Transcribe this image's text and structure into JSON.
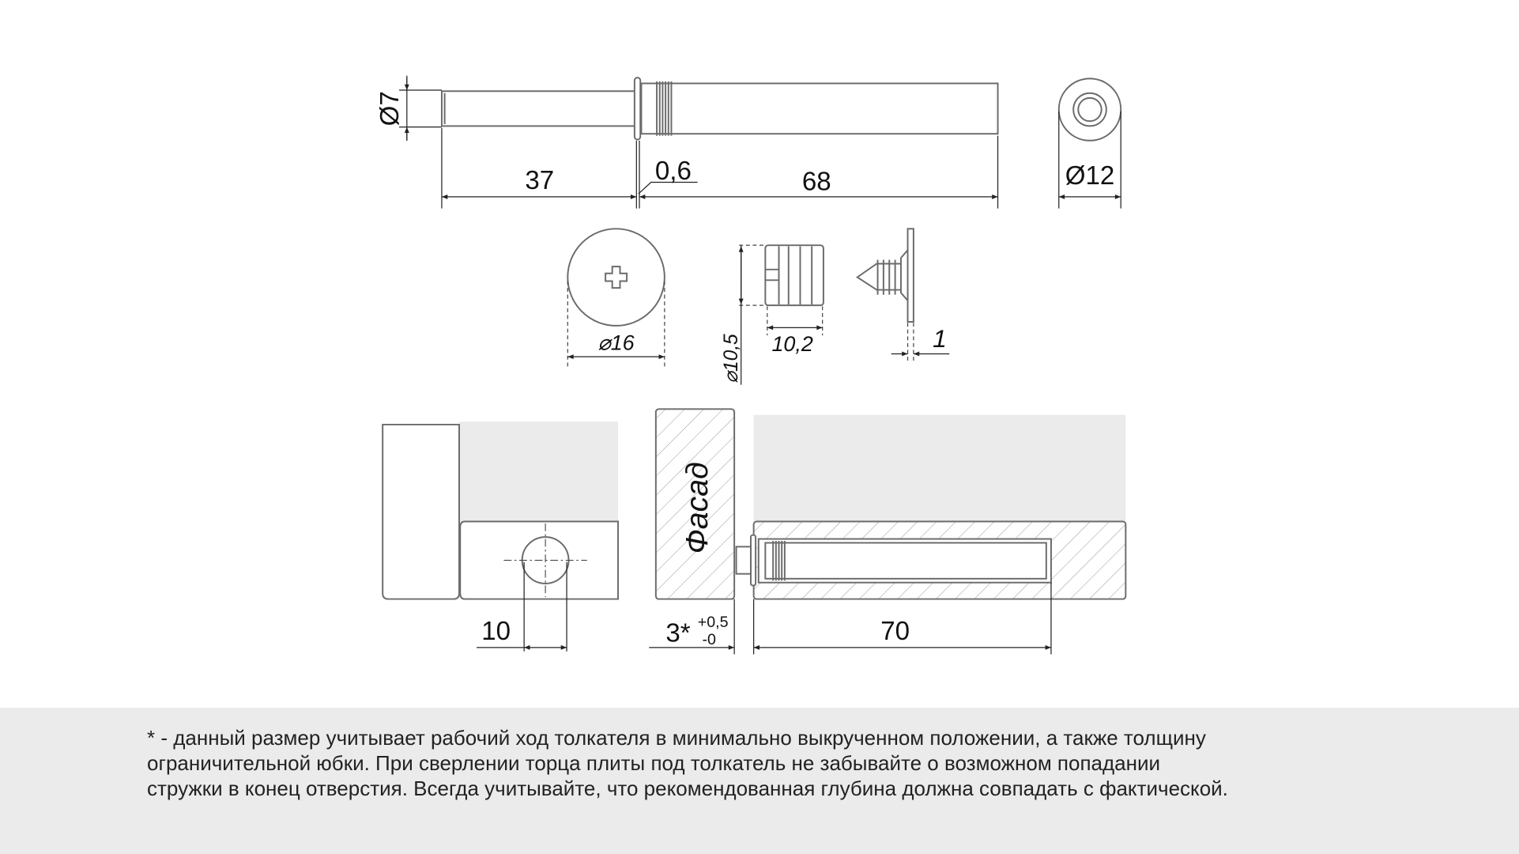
{
  "drawing": {
    "dims": {
      "d7": "Ø7",
      "l37": "37",
      "l06": "0,6",
      "l68": "68",
      "d12": "Ø12",
      "d16": "⌀16",
      "d105": "⌀10,5",
      "l102": "10,2",
      "l1": "1",
      "l10": "10",
      "l3": "3*",
      "tol_plus": "+0,5",
      "tol_minus": "-0",
      "l70": "70"
    },
    "facade_label": "Фасад",
    "colors": {
      "line": "#6b6b6b",
      "panel": "#ebebeb",
      "footer_bg": "#ebebeb"
    }
  },
  "footer": {
    "lines": [
      "* - данный размер учитывает рабочий ход толкателя в минимально выкрученном положении, а также толщину",
      "ограничительной юбки. При сверлении торца плиты под толкатель не забывайте о возможном попадании",
      "стружки в конец отверстия. Всегда учитывайте, что рекомендованная глубина должна совпадать с фактической."
    ]
  }
}
